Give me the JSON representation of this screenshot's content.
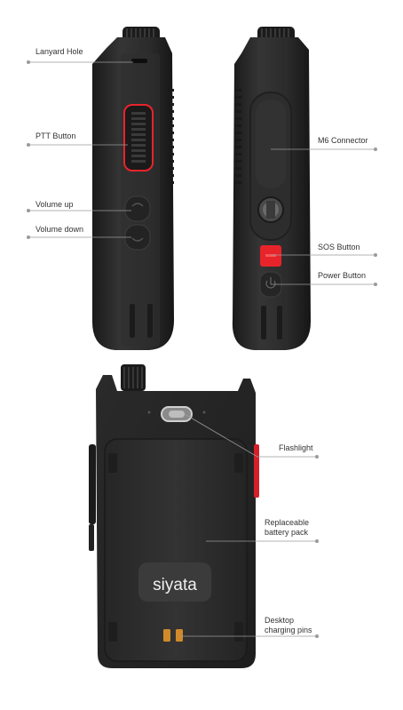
{
  "labels": {
    "lanyard_hole": "Lanyard Hole",
    "ptt_button": "PTT Button",
    "volume_up": "Volume up",
    "volume_down": "Volume down",
    "m6_connector": "M6 Connector",
    "sos_button": "SOS Button",
    "power_button": "Power Button",
    "flashlight": "Flashlight",
    "battery_pack_line1": "Replaceable",
    "battery_pack_line2": "battery pack",
    "charging_pins_line1": "Desktop",
    "charging_pins_line2": "charging pins"
  },
  "brand": {
    "logo_text": "siyata"
  },
  "colors": {
    "body": "#2b2b2b",
    "body_dark": "#1c1c1c",
    "accent_red": "#e8242b",
    "leader_line": "#9a9a9a",
    "pins": "#d08a2a"
  }
}
